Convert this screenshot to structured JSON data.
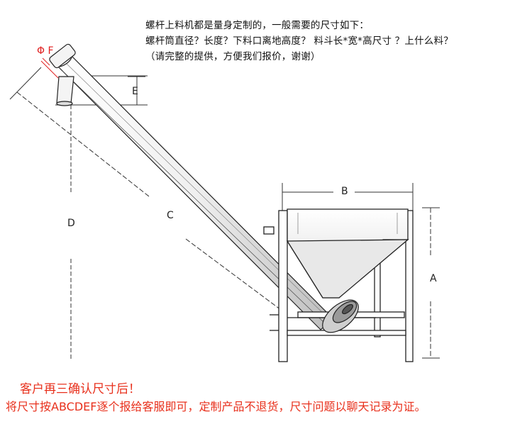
{
  "notes": {
    "line1": "螺杆上料机都是量身定制的，一般需要的尺寸如下：",
    "line2": "螺杆筒直径？长度？下料口离地高度？ 料斗长*宽*高尺寸 ？上什么料？",
    "line3": "（请完整的提供，方便我们报价，谢谢）"
  },
  "dimensions": {
    "F": "Φ F",
    "E": "E",
    "D": "D",
    "C": "C",
    "B": "B",
    "A": "A"
  },
  "footer": {
    "line1": "客户再三确认尺寸后！",
    "line2": "将尺寸按ABCDEF逐个报给客服即可，定制产品不退货，尺寸问题以聊天记录为证。"
  },
  "colors": {
    "note_text": "#111111",
    "dimension_label": "#222222",
    "diameter_label": "#e02020",
    "footer_text": "#e8301c"
  }
}
